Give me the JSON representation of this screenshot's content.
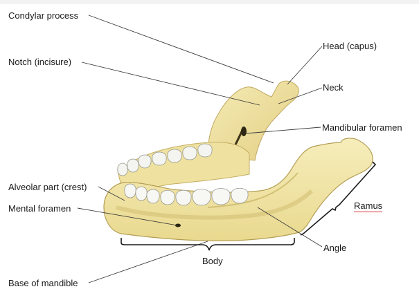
{
  "labels": {
    "condylar_process": "Condylar process",
    "notch": "Notch (incisure)",
    "head": "Head (capus)",
    "neck": "Neck",
    "mandibular_foramen": "Mandibular foramen",
    "alveolar_part": "Alveolar part (crest)",
    "mental_foramen": "Mental foramen",
    "ramus": "Ramus",
    "angle": "Angle",
    "body": "Body",
    "base_of_mandible": "Base of mandible"
  },
  "colors": {
    "bone": "#f1e6a8",
    "bone_shadow": "#c9b46a",
    "tooth": "#f7f7f4",
    "line": "#3a3a3a",
    "ramus_underline": "#d9262c"
  }
}
